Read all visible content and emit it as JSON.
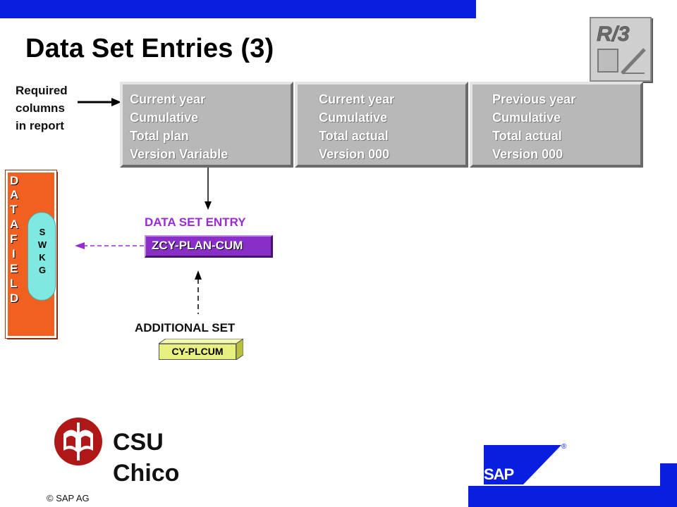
{
  "page": {
    "title": "Data Set Entries (3)"
  },
  "required_label": {
    "line1": "Required",
    "line2": "columns",
    "line3": "in report"
  },
  "columns": [
    {
      "line1": "Current year",
      "line2": "Cumulative",
      "line3": "Total plan",
      "line4": "Version Variable"
    },
    {
      "line1": "Current year",
      "line2": "Cumulative",
      "line3": "Total actual",
      "line4": "Version 000"
    },
    {
      "line1": "Previous year",
      "line2": "Cumulative",
      "line3": "Total actual",
      "line4": "Version 000"
    }
  ],
  "datafield": {
    "letters": [
      "D",
      "A",
      "T",
      "A",
      "F",
      "I",
      "E",
      "L",
      "D"
    ],
    "inner": [
      "S",
      "W",
      "K",
      "G"
    ]
  },
  "data_set_entry": {
    "label": "DATA SET ENTRY",
    "value": "ZCY-PLAN-CUM"
  },
  "additional_set": {
    "label": "ADDITIONAL SET",
    "value": "CY-PLCUM"
  },
  "csu_logo": {
    "line1": "CSU",
    "line2": "Chico"
  },
  "copyright": "© SAP AG",
  "sap_logo": {
    "text": "SAP",
    "registered": "®"
  },
  "r3_logo": {
    "text": "R/3"
  },
  "colors": {
    "brand_blue": "#0a1ee0",
    "column_gray": "#b8b8b8",
    "datafield_orange": "#f06020",
    "swkg_cyan": "#7fe8e0",
    "entry_purple": "#8a2ec8",
    "additional_yellow": "#e8f080",
    "csu_red": "#b01818"
  }
}
